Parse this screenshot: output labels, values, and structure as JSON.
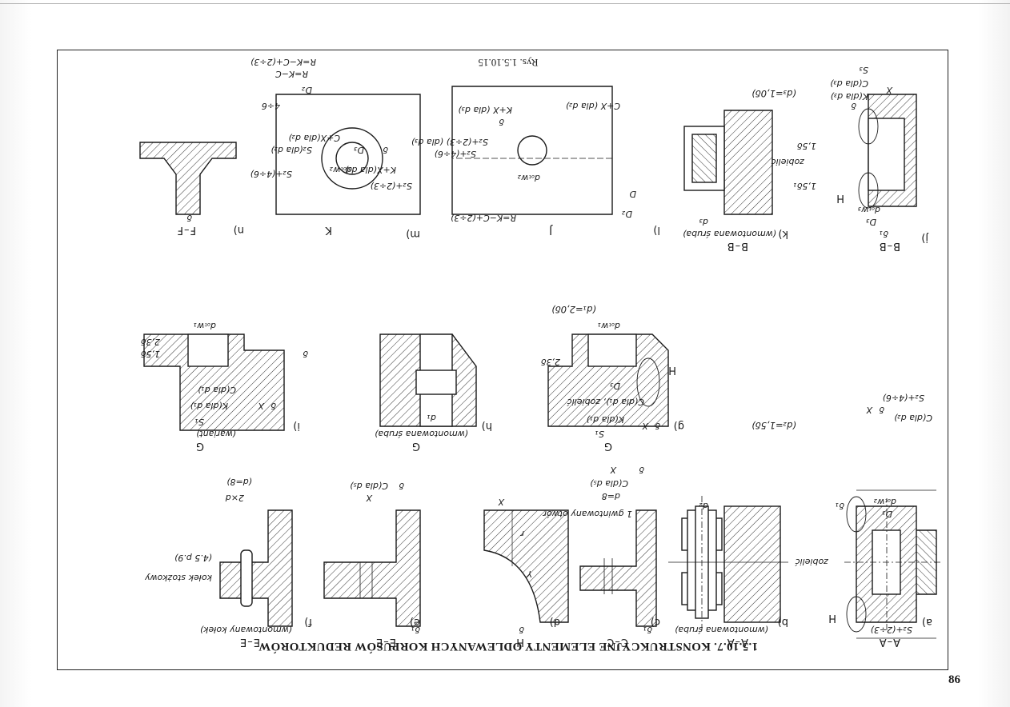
{
  "page": {
    "number": "86",
    "section_title": "1.5.10.7. KONSTRUKCYJNE ELEMENTY ODLEWANYCH KORPUSÓW REDUKTORÓW",
    "figure_caption": "Rys. 1.5.10.15"
  },
  "panels": {
    "a": {
      "letter": "a)",
      "section": "A–A",
      "dims": [
        "S₂+(2÷3)",
        "δ₁",
        "D₃",
        "dₒₜw₂",
        "zobielić",
        "H",
        "δ",
        "X",
        "C(dla d₂)",
        "S₂+(4÷6)"
      ],
      "note": "(d₂=1,5δ)"
    },
    "b": {
      "letter": "b)",
      "section": "A–A",
      "sub": "(wmontowana śruba)",
      "dims": [
        "d₂"
      ]
    },
    "c": {
      "letter": "c)",
      "section": "C–C",
      "dims": [
        "δ₁",
        "1 gwintowany otwór",
        "d=8",
        "C(dla d₅)",
        "X",
        "δ"
      ]
    },
    "d": {
      "letter": "d)",
      "section": "H",
      "dims": [
        "δ",
        "Y",
        "X",
        "r"
      ]
    },
    "e": {
      "letter": "e)",
      "section": "E–E",
      "dims": [
        "δ₁",
        "X",
        "C(dla d₅)",
        "δ"
      ]
    },
    "f": {
      "letter": "f)",
      "section": "E–E",
      "sub": "(wmontowany kołek)",
      "dims": [
        "kołek stożkowy",
        "(4.5 p.9)",
        "2×d",
        "(d=8)"
      ]
    },
    "g": {
      "letter": "g)",
      "section": "G",
      "dims": [
        "S₁",
        "δ",
        "X",
        "K(dla d₁)",
        "C(dla d₁), zobielić",
        "D₃",
        "dₒₜw₁",
        "2,3δ",
        "H"
      ],
      "note": "(d₁=2,0δ)"
    },
    "h": {
      "letter": "h)",
      "section": "G",
      "sub": "(wmontowana śruba)",
      "dims": [
        "d₁"
      ]
    },
    "i": {
      "letter": "i)",
      "section": "G",
      "sub": "(wariant)",
      "dims": [
        "S₁",
        "δ",
        "X",
        "K(dla d₁)",
        "C(dla d₁)",
        "dₒₜw₁",
        "1,5δ",
        "2,3δ",
        "δ"
      ]
    },
    "j": {
      "letter": "j)",
      "section": "B–B",
      "dims": [
        "δ₁",
        "D₃",
        "dₒₜw₃",
        "1,5δ₁",
        "1,5δ",
        "zobielić",
        "H",
        "δ",
        "X",
        "K(dla d₃)",
        "C(dla d₃)",
        "S₃"
      ],
      "note": "(d₃=1,0δ)"
    },
    "k": {
      "letter": "k)",
      "section": "B–B",
      "sub": "(wmontowana śruba)",
      "dims": [
        "d₃"
      ]
    },
    "l": {
      "letter": "l)",
      "section": "J",
      "dims": [
        "D₂",
        "D",
        "R=K−C+(2÷3)",
        "dₒₜw₂",
        "S₂+(4÷6)",
        "S₂+(2÷3) (dla d₃)",
        "δ",
        "K+X (dla d₃)",
        "C+X (dla d₂)"
      ]
    },
    "m": {
      "letter": "m)",
      "section": "K",
      "dims": [
        "S₂+(2÷3)",
        "K+X(dla d₃)",
        "δ",
        "D₃",
        "dₒₜw₂",
        "C+X(dla d₂)",
        "S₂(dla d₂)",
        "S₂+(4÷6)",
        "4÷6",
        "D₂",
        "R=K−C",
        "R=K−C+(2÷3)"
      ]
    },
    "n": {
      "letter": "n)",
      "section": "F–F",
      "dims": [
        "δ"
      ]
    }
  },
  "colors": {
    "ink": "#1a1a1a",
    "paper": "#ffffff",
    "hatch": "#333333"
  }
}
